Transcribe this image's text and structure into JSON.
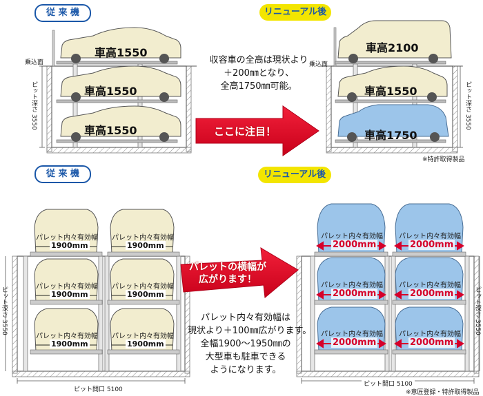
{
  "top": {
    "badge_old": "従 来 機",
    "badge_new": "リニューアル後",
    "old_cars": [
      "車高1550",
      "車高1550",
      "車高1550"
    ],
    "new_cars": [
      "車高2100",
      "車高1550",
      "車高1750"
    ],
    "note_lines": [
      "収容車の全高は現状より",
      "＋200㎜となり、",
      "全高1750㎜可能。"
    ],
    "arrow_text": "ここに注目！",
    "ground_label": "乗込面",
    "pit_depth": "ピット深さ 3550",
    "footnote": "※特許取得製品"
  },
  "bottom": {
    "badge_old": "従 来 機",
    "badge_new": "リニューアル後",
    "pallet_label": "パレット内々有効幅",
    "old_width": "1900mm",
    "new_width": "2000mm",
    "arrow_lines": [
      "パレットの横幅が",
      "広がります！"
    ],
    "note_lines": [
      "パレット内々有効幅は",
      "現状より＋100㎜広がります。",
      "全幅1900～1950㎜の",
      "大型車も駐車できる",
      "ようになります。"
    ],
    "pit_depth": "ピット深さ 3550",
    "pit_width": "ピット間口 5100",
    "footnote": "※意匠登録・特許取得製品"
  },
  "colors": {
    "badge_blue": "#1a57a8",
    "badge_yellow": "#f3e500",
    "arrow_red": "#e0001b",
    "car_old": "#f2edcf",
    "car_new": "#9cc5ea",
    "width_red": "#d6002a"
  }
}
